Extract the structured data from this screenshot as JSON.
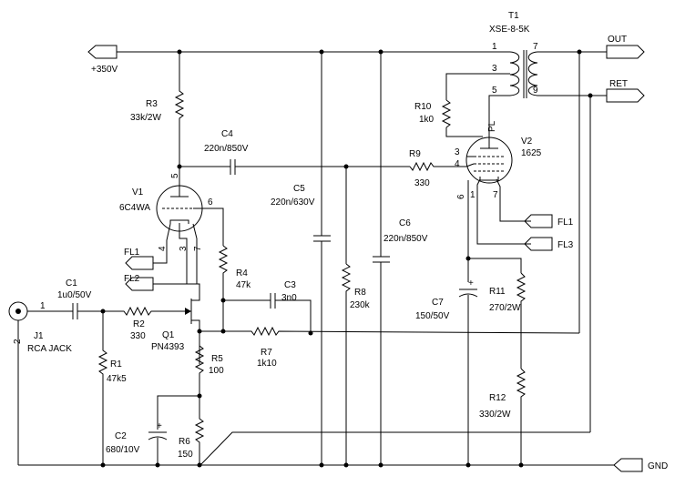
{
  "components": {
    "t1": {
      "ref": "T1",
      "value": "XSE-8-5K",
      "pins": [
        "1",
        "3",
        "5",
        "7",
        "9"
      ]
    },
    "v1": {
      "ref": "V1",
      "value": "6C4WA",
      "pins": [
        "5",
        "6",
        "4",
        "3",
        "7"
      ]
    },
    "v2": {
      "ref": "V2",
      "value": "1625",
      "pins": [
        "3",
        "4",
        "6",
        "1",
        "7"
      ],
      "label": "PL"
    },
    "q1": {
      "ref": "Q1",
      "value": "PN4393"
    },
    "j1": {
      "ref": "J1",
      "value": "RCA JACK",
      "pins": [
        "1",
        "2"
      ]
    },
    "r1": {
      "ref": "R1",
      "value": "47k5"
    },
    "r2": {
      "ref": "R2",
      "value": "330"
    },
    "r3": {
      "ref": "R3",
      "value": "33k/2W"
    },
    "r4": {
      "ref": "R4",
      "value": "47k"
    },
    "r5": {
      "ref": "R5",
      "value": "100"
    },
    "r6": {
      "ref": "R6",
      "value": "150"
    },
    "r7": {
      "ref": "R7",
      "value": "1k10"
    },
    "r8": {
      "ref": "R8",
      "value": "230k"
    },
    "r9": {
      "ref": "R9",
      "value": "330"
    },
    "r10": {
      "ref": "R10",
      "value": "1k0"
    },
    "r11": {
      "ref": "R11",
      "value": "270/2W"
    },
    "r12": {
      "ref": "R12",
      "value": "330/2W"
    },
    "c1": {
      "ref": "C1",
      "value": "1u0/50V"
    },
    "c2": {
      "ref": "C2",
      "value": "680/10V"
    },
    "c3": {
      "ref": "C3",
      "value": "3n0"
    },
    "c4": {
      "ref": "C4",
      "value": "220n/850V"
    },
    "c5": {
      "ref": "C5",
      "value": "220n/630V"
    },
    "c6": {
      "ref": "C6",
      "value": "220n/850V"
    },
    "c7": {
      "ref": "C7",
      "value": "150/50V"
    }
  },
  "ports": {
    "supply": "+350V",
    "out": "OUT",
    "ret": "RET",
    "gnd": "GND",
    "fl1_left": "FL1",
    "fl2_left": "FL2",
    "fl1_right": "FL1",
    "fl3_right": "FL3"
  },
  "polarity": "+"
}
